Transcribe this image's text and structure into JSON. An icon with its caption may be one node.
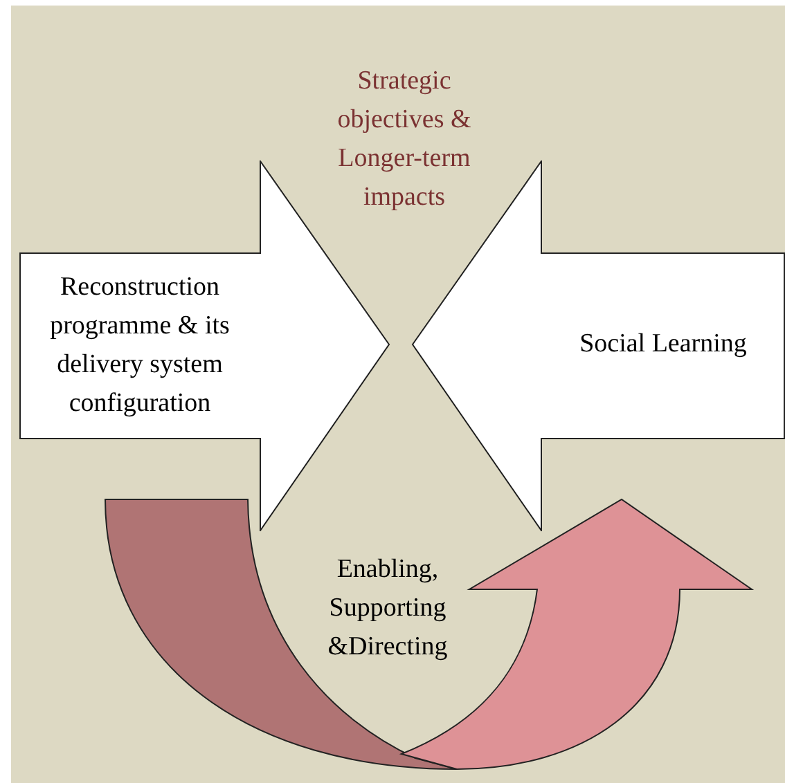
{
  "diagram": {
    "nodes": [
      {
        "text": [
          "Reconstruction programme & its delivery system configuration"
        ]
      },
      {
        "text": [
          "Social Learning"
        ]
      }
    ],
    "edges": [],
    "labels": [
      "Strategic objectives & Longer-term impacts",
      "Enabling, Supporting &Directing"
    ]
  }
}
